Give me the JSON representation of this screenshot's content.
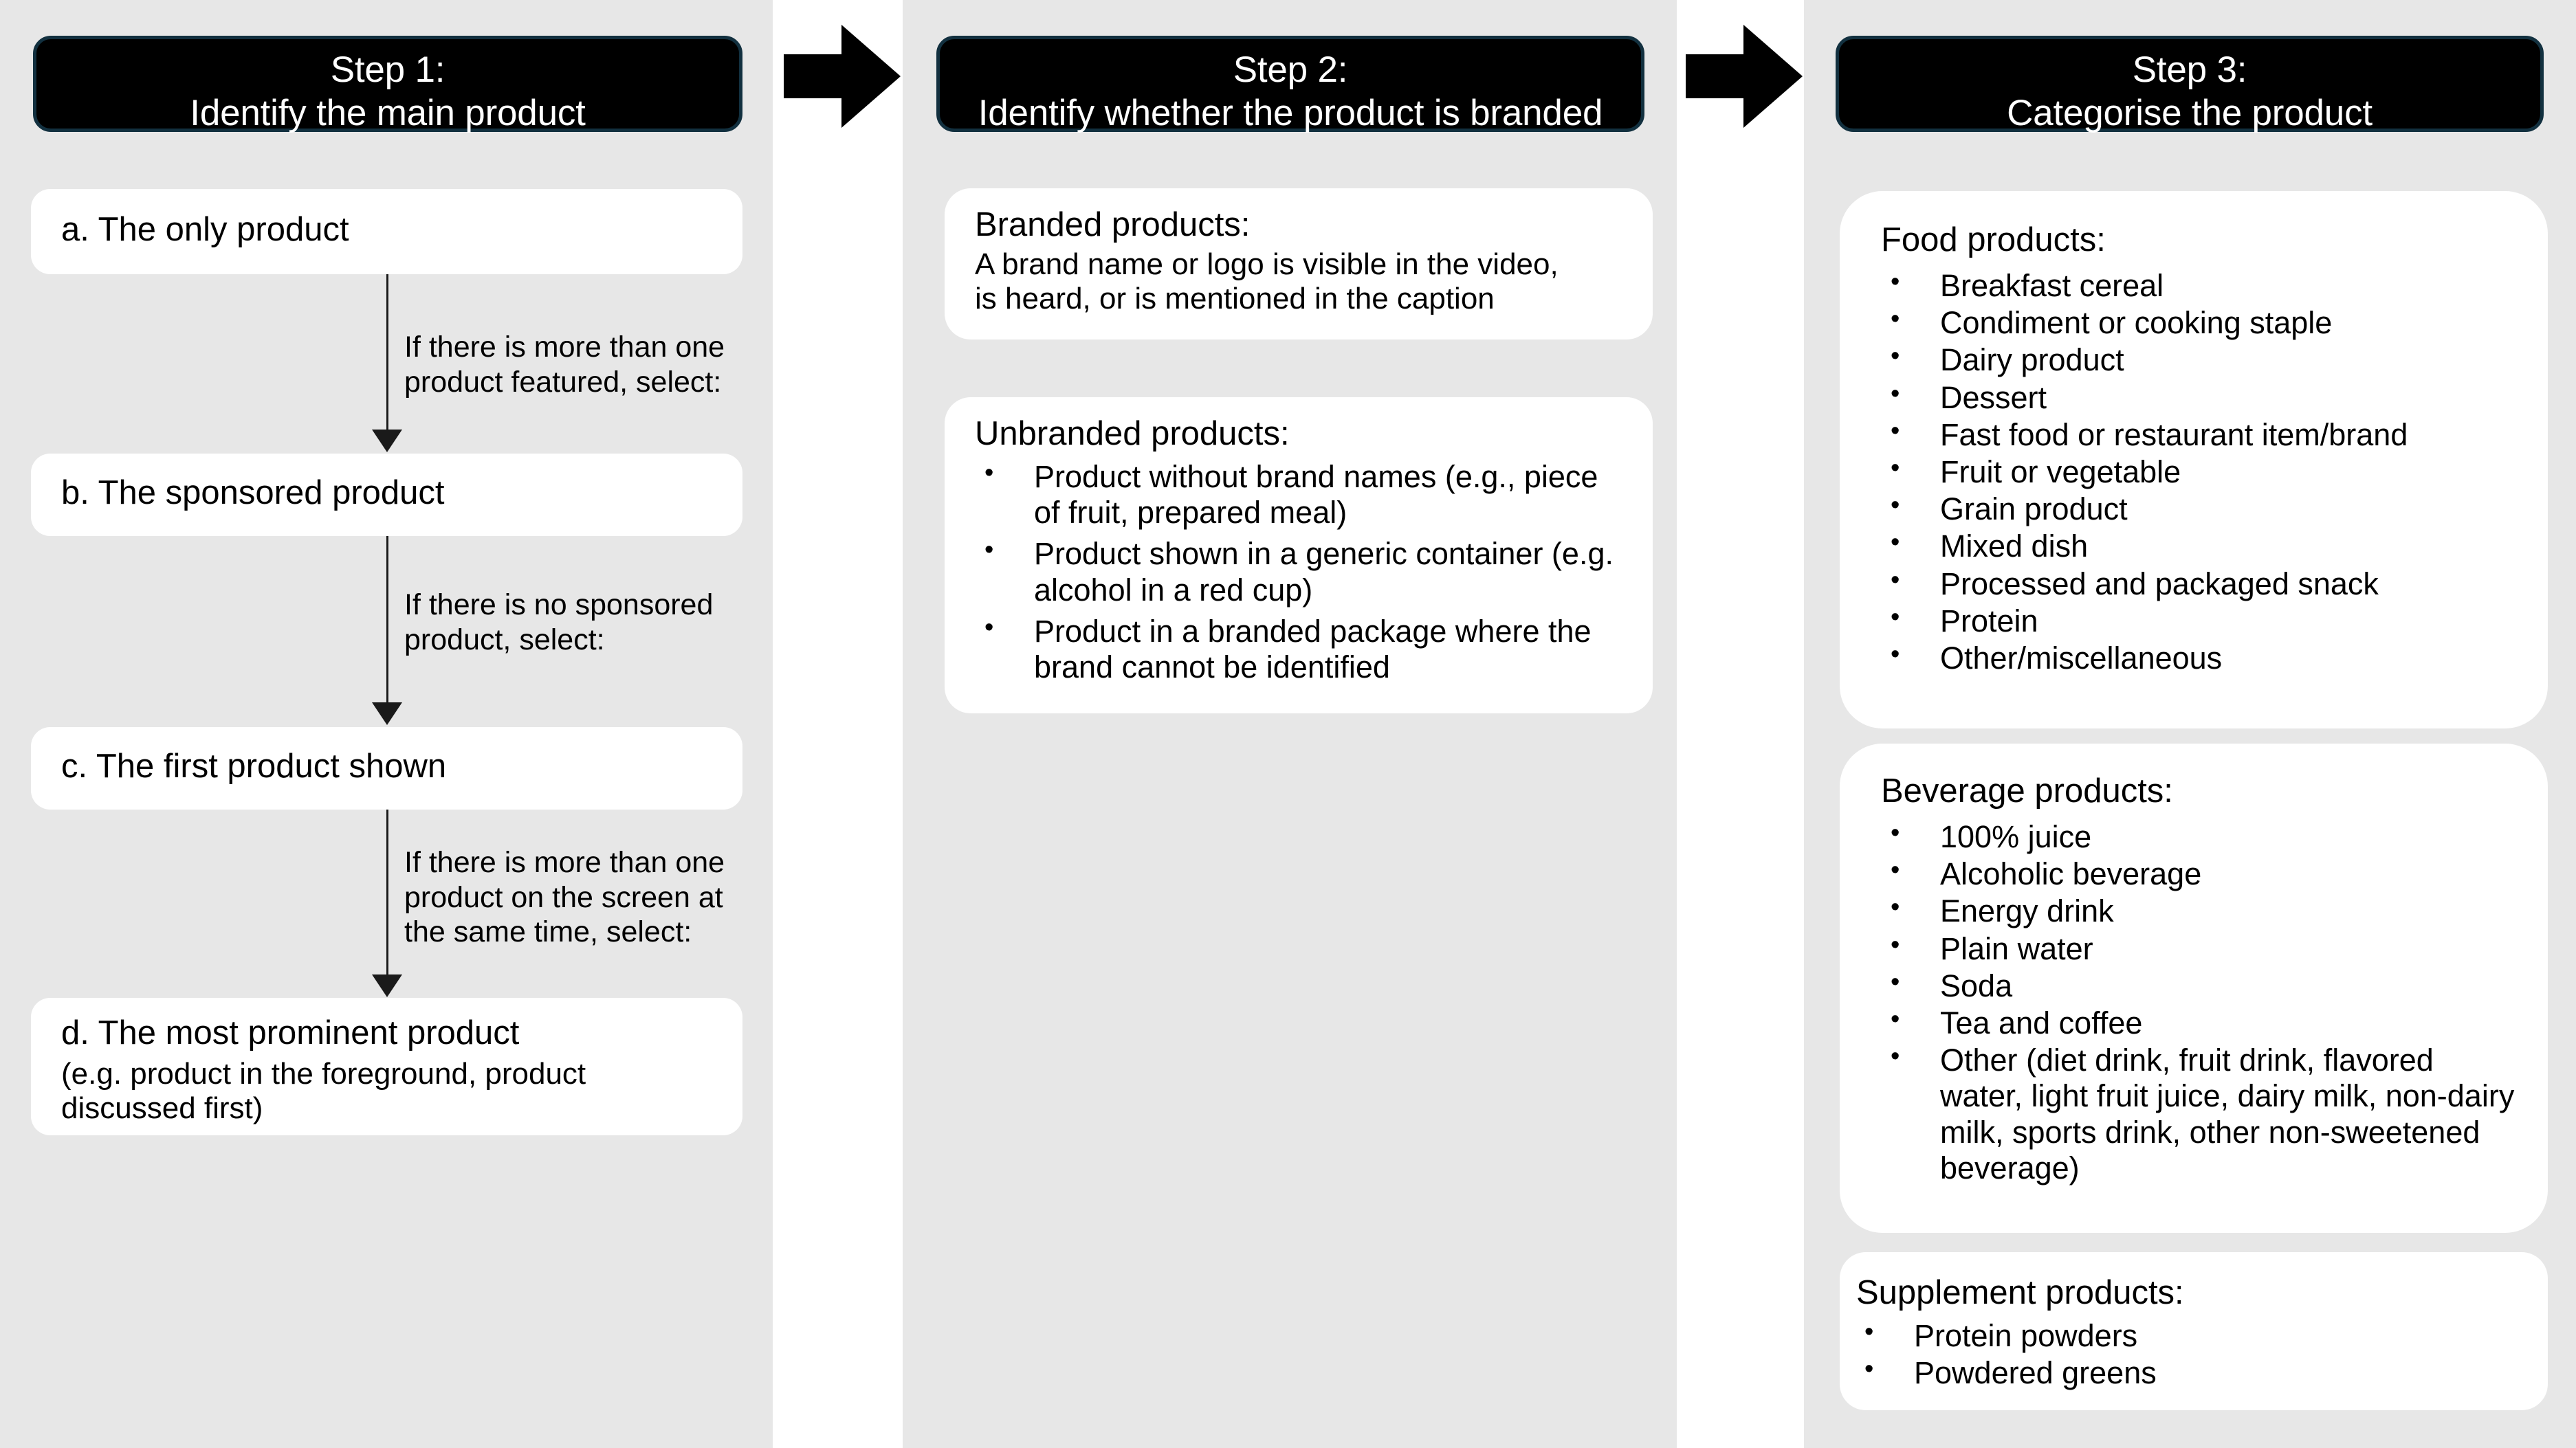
{
  "colors": {
    "panel_bg": "#e7e7e7",
    "page_bg": "#ffffff",
    "card_bg": "#ffffff",
    "header_bg": "#000000",
    "header_border": "#12303f",
    "header_text": "#ffffff",
    "body_text": "#000000",
    "connector": "#1a1a1a"
  },
  "columns": [
    {
      "header": {
        "step": "Step 1:",
        "title": "Identify the main product"
      },
      "boxes": [
        {
          "title": "a. The only product",
          "sub": ""
        },
        {
          "title": "b. The sponsored product",
          "sub": ""
        },
        {
          "title": "c. The first product shown",
          "sub": ""
        },
        {
          "title": "d. The most prominent product",
          "sub": "(e.g. product in the foreground, product discussed first)"
        }
      ],
      "connector_labels": [
        "If there is more than one\nproduct featured, select:",
        "If there is no sponsored\nproduct, select:",
        "If there is more than one\nproduct on the screen at\nthe same time, select:"
      ]
    },
    {
      "header": {
        "step": "Step 2:",
        "title": "Identify whether the product is branded"
      },
      "boxes": [
        {
          "title": "Branded products:",
          "sub": "A brand name or logo is visible in the video,\nis heard, or is mentioned in the caption",
          "items": []
        },
        {
          "title": "Unbranded products:",
          "sub": "",
          "items": [
            "Product without brand names (e.g., piece of fruit, prepared meal)",
            "Product shown in a generic container (e.g. alcohol in a red cup)",
            "Product in a branded package where the brand cannot be identified"
          ]
        }
      ]
    },
    {
      "header": {
        "step": "Step 3:",
        "title": "Categorise the product"
      },
      "boxes": [
        {
          "title": "Food products:",
          "items": [
            "Breakfast cereal",
            "Condiment or cooking staple",
            "Dairy product",
            "Dessert",
            "Fast food or restaurant item/brand",
            "Fruit or vegetable",
            "Grain product",
            "Mixed dish",
            "Processed and packaged snack",
            "Protein",
            "Other/miscellaneous"
          ]
        },
        {
          "title": "Beverage products:",
          "items": [
            "100% juice",
            "Alcoholic beverage",
            "Energy drink",
            "Plain water",
            "Soda",
            "Tea and coffee",
            "Other (diet drink, fruit drink, flavored water, light fruit juice, dairy milk, non-dairy milk, sports drink, other non-sweetened beverage)"
          ]
        },
        {
          "title": "Supplement products:",
          "items": [
            "Protein powders",
            "Powdered greens"
          ]
        }
      ]
    }
  ],
  "arrows": [
    {
      "name": "arrow-step1-to-step2"
    },
    {
      "name": "arrow-step2-to-step3"
    }
  ]
}
